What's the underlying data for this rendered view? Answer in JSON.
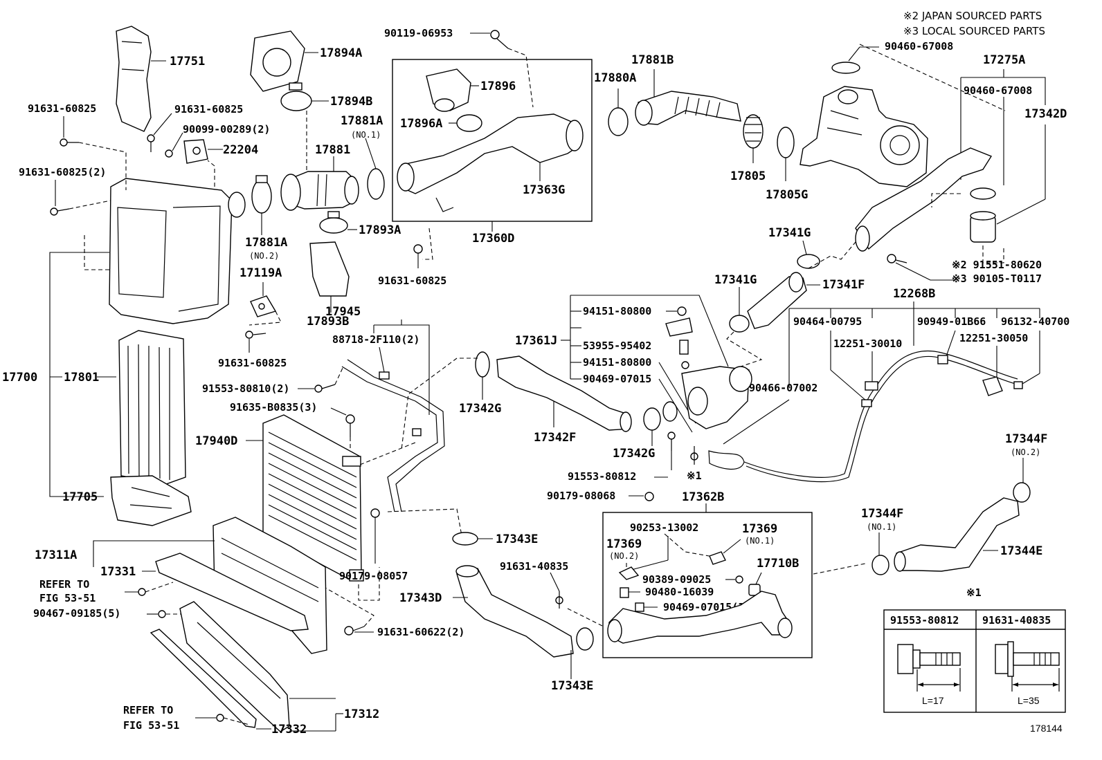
{
  "notes": {
    "japan": "※2 JAPAN SOURCED PARTS",
    "local": "※3 LOCAL SOURCED PARTS"
  },
  "figure_number": "178144",
  "refer_to": "REFER TO",
  "fig_ref": "FIG 53-51",
  "labels": {
    "p17751": "17751",
    "p17894A": "17894A",
    "p17894B": "17894B",
    "p91631_60825_a": "91631-60825",
    "p91631_60825_b": "91631-60825",
    "p90099_00289": "90099-00289(2)",
    "p22204": "22204",
    "p91631_60825_2": "91631-60825(2)",
    "p17881A": "17881A",
    "p17881A_no1": "(NO.1)",
    "p17881": "17881",
    "p17881A_2": "17881A",
    "p17881A_no2": "(NO.2)",
    "p17893A": "17893A",
    "p17119A": "17119A",
    "p17893B": "17893B",
    "p91631_60825_c": "91631-60825",
    "p90119_06953": "90119-06953",
    "p17896": "17896",
    "p17896A": "17896A",
    "p17363G": "17363G",
    "p17360D": "17360D",
    "p91631_60825_d": "91631-60825",
    "p17881B": "17881B",
    "p17880A": "17880A",
    "p17805": "17805",
    "p17805G": "17805G",
    "p90460_67008_a": "90460-67008",
    "p17275A": "17275A",
    "p90460_67008_b": "90460-67008",
    "p17342D": "17342D",
    "p91551_80620": "※2 91551-80620",
    "p90105_T0117": "※3 90105-T0117",
    "p17341G_a": "17341G",
    "p17341G_b": "17341G",
    "p17341F": "17341F",
    "p12268B": "12268B",
    "p17700": "17700",
    "p17801": "17801",
    "p17705": "17705",
    "p17945": "17945",
    "p88718_2F110": "88718-2F110(2)",
    "p91553_80810": "91553-80810(2)",
    "p91635_B0835": "91635-B0835(3)",
    "p17940D": "17940D",
    "p17342G_a": "17342G",
    "p17342F": "17342F",
    "p17342G_b": "17342G",
    "p17361J": "17361J",
    "p94151_80800_a": "94151-80800",
    "p53955_95402": "53955-95402",
    "p94151_80800_b": "94151-80800",
    "p90469_07015": "90469-07015",
    "p91553_80812": "91553-80812",
    "p_star1": "※1",
    "p90464_00795": "90464-00795",
    "p12251_30010": "12251-30010",
    "p90949_01B66": "90949-01B66",
    "p96132_40700": "96132-40700",
    "p12251_30050": "12251-30050",
    "p90466_07002": "90466-07002",
    "p17344F_a": "17344F",
    "p17344F_no2": "(NO.2)",
    "p17344F_b": "17344F",
    "p17344F_no1": "(NO.1)",
    "p17344E": "17344E",
    "p17311A": "17311A",
    "p17331": "17331",
    "p90467_09185": "90467-09185(5)",
    "p90179_08057": "90179-08057",
    "p91631_60622": "91631-60622(2)",
    "p17312": "17312",
    "p17332": "17332",
    "p17343E_a": "17343E",
    "p17343D": "17343D",
    "p91631_40835": "91631-40835",
    "p17343E_b": "17343E",
    "p90179_08068": "90179-08068",
    "p17362B": "17362B",
    "p90253_13002": "90253-13002",
    "p17369_a": "17369",
    "p17369_no2": "(NO.2)",
    "p17369_b": "17369",
    "p17369_no1": "(NO.1)",
    "p17710B": "17710B",
    "p90389_09025": "90389-09025",
    "p90480_16039": "90480-16039",
    "p90469_07015_3": "90469-07015(3)"
  },
  "bolt_table": {
    "title": "※1",
    "col1_part": "91553-80812",
    "col2_part": "91631-40835",
    "col1_length": "L=17",
    "col2_length": "L=35"
  }
}
